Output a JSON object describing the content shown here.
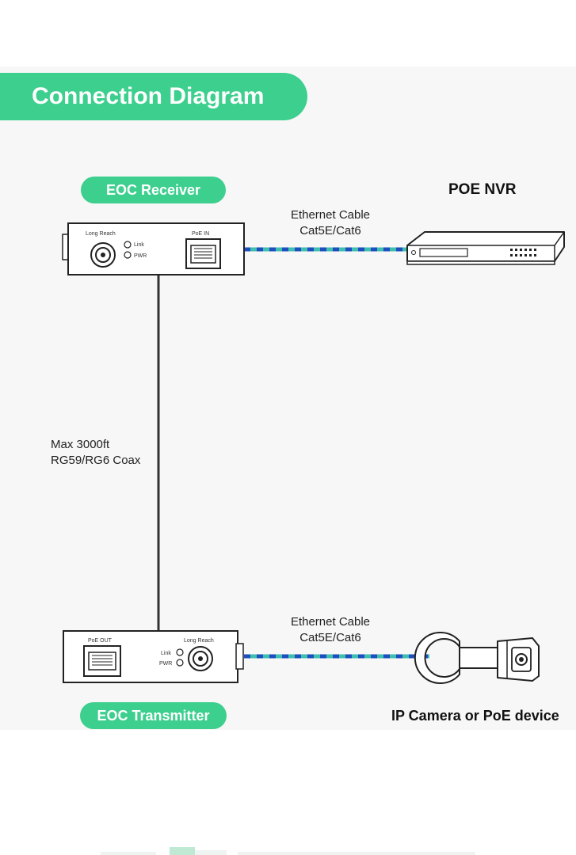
{
  "title": "Connection Diagram",
  "receiver": {
    "label": "EOC Receiver",
    "port_left": "Long Reach",
    "led_link": "Link",
    "led_pwr": "PWR",
    "port_right": "PoE  IN"
  },
  "transmitter": {
    "label": "EOC Transmitter",
    "port_left": "PoE  OUT",
    "led_link": "Link",
    "led_pwr": "PWR",
    "port_right": "Long Reach"
  },
  "nvr_label": "POE NVR",
  "camera_label": "IP Camera or PoE device",
  "ethernet_top": {
    "line1": "Ethernet Cable",
    "line2": "Cat5E/Cat6"
  },
  "ethernet_bottom": {
    "line1": "Ethernet Cable",
    "line2": "Cat5E/Cat6"
  },
  "coax": {
    "line1": "Max 3000ft",
    "line2": "RG59/RG6 Coax"
  },
  "colors": {
    "accent": "#3ccf8e",
    "cable_blue": "#1f4fbf",
    "cable_teal": "#3fbfb0",
    "coax": "#333333"
  }
}
